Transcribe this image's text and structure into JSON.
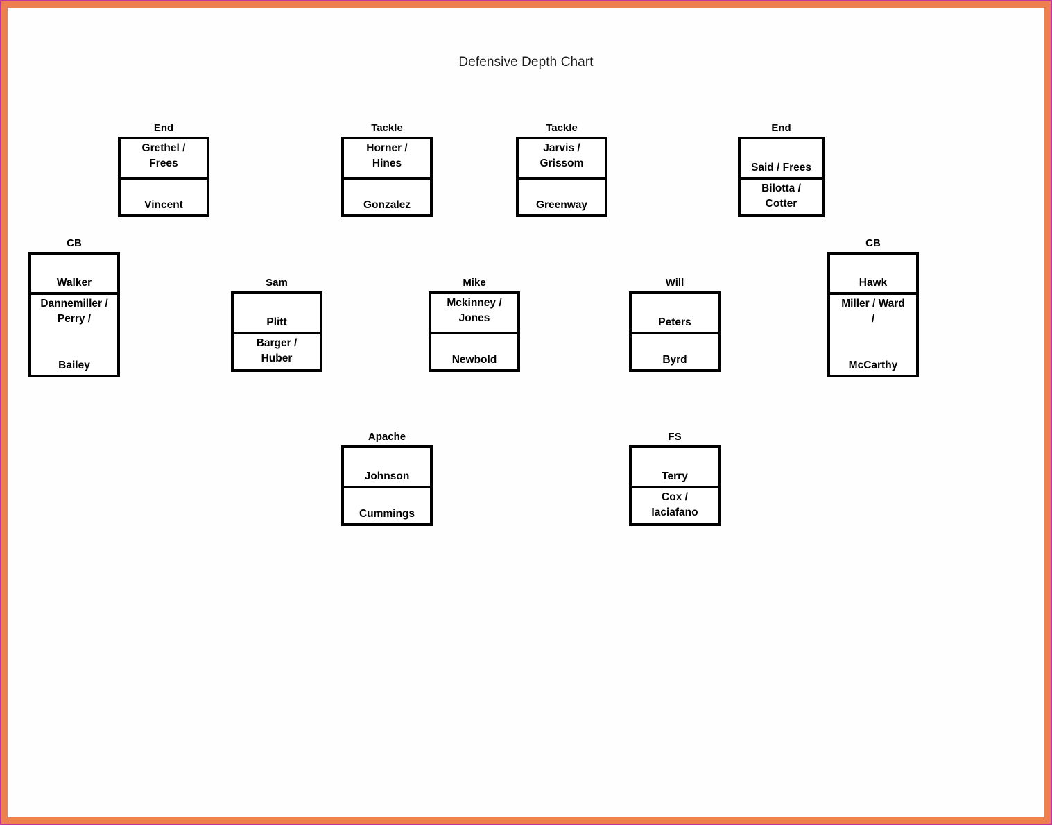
{
  "title": "Defensive Depth Chart",
  "colors": {
    "frame_outer": "#c0359b",
    "frame_band": "#ef7f4f",
    "box_border": "#000000",
    "page_background": "#fefefe"
  },
  "positions": {
    "left_end": {
      "label": "End",
      "first": "Grethel /\nFrees",
      "second": "Vincent"
    },
    "left_tackle": {
      "label": "Tackle",
      "first": "Horner /\nHines",
      "second": "Gonzalez"
    },
    "right_tackle": {
      "label": "Tackle",
      "first": "Jarvis /\nGrissom",
      "second": "Greenway"
    },
    "right_end": {
      "label": "End",
      "first": "Said / Frees",
      "second": "Bilotta /\nCotter"
    },
    "left_cb": {
      "label": "CB",
      "first": "Walker",
      "second_top": "Dannemiller /\nPerry /",
      "second_bottom": "Bailey"
    },
    "sam": {
      "label": "Sam",
      "first": "Plitt",
      "second": "Barger /\nHuber"
    },
    "mike": {
      "label": "Mike",
      "first": "Mckinney /\nJones",
      "second": "Newbold"
    },
    "will": {
      "label": "Will",
      "first": "Peters",
      "second": "Byrd"
    },
    "right_cb": {
      "label": "CB",
      "first": "Hawk",
      "second_top": "Miller / Ward\n/",
      "second_bottom": "McCarthy"
    },
    "apache": {
      "label": "Apache",
      "first": "Johnson",
      "second": "Cummings"
    },
    "fs": {
      "label": "FS",
      "first": "Terry",
      "second": "Cox /\nIaciafano"
    }
  }
}
